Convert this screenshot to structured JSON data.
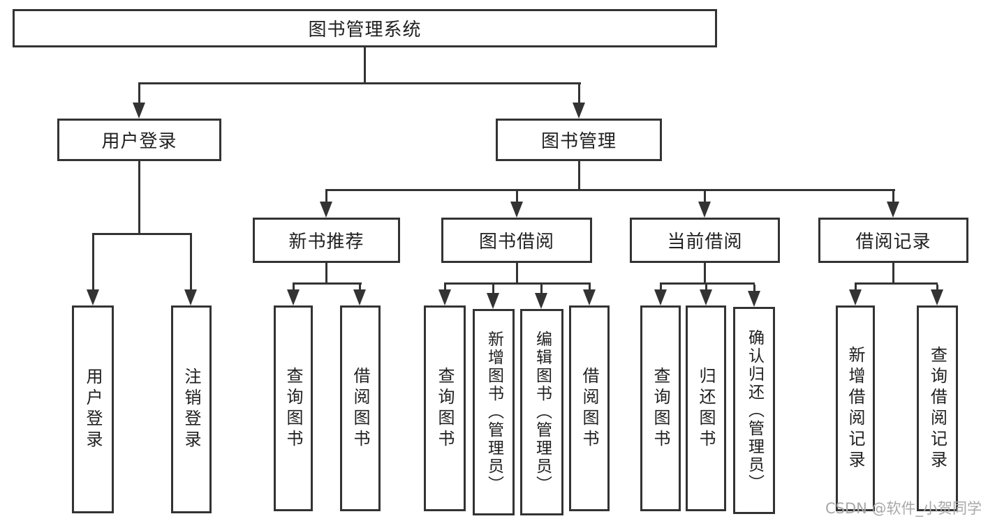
{
  "tree": {
    "label": "图书管理系统",
    "children": [
      {
        "label": "用户登录",
        "children": [
          {
            "label": "用户登录"
          },
          {
            "label": "注销登录"
          }
        ]
      },
      {
        "label": "图书管理",
        "children": [
          {
            "label": "新书推荐",
            "children": [
              {
                "label": "查询图书"
              },
              {
                "label": "借阅图书"
              }
            ]
          },
          {
            "label": "图书借阅",
            "children": [
              {
                "label": "查询图书"
              },
              {
                "label": "新增图书（管理员）"
              },
              {
                "label": "编辑图书（管理员）"
              },
              {
                "label": "借阅图书"
              }
            ]
          },
          {
            "label": "当前借阅",
            "children": [
              {
                "label": "查询图书"
              },
              {
                "label": "归还图书"
              },
              {
                "label": "确认归还（管理员）"
              }
            ]
          },
          {
            "label": "借阅记录",
            "children": [
              {
                "label": "新增借阅记录"
              },
              {
                "label": "查询借阅记录"
              }
            ]
          }
        ]
      }
    ]
  },
  "watermark": {
    "text": "CSDN @软件_小贺同学"
  },
  "colors": {
    "line": "#333333",
    "node_border": "#333333",
    "text": "#1f1f1f",
    "watermark": "#a8a8a8",
    "background": "#ffffff"
  }
}
